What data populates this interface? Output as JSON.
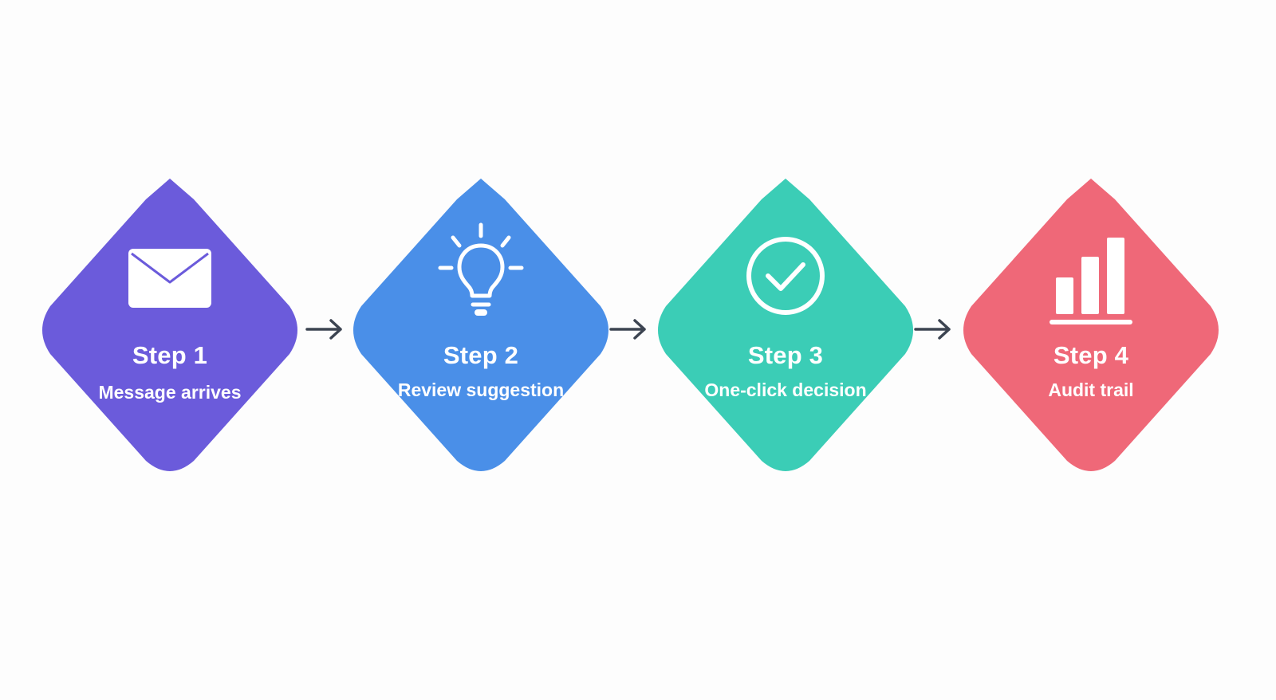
{
  "colors": {
    "background": "#fdfdfd",
    "arrow": "#3c4451",
    "text": "#ffffff"
  },
  "steps": [
    {
      "title": "Step 1",
      "subtitle": "Message arrives",
      "color": "#6b5bdb",
      "icon": "envelope-icon"
    },
    {
      "title": "Step 2",
      "subtitle": "Review suggestion",
      "color": "#4a8fe8",
      "icon": "lightbulb-icon"
    },
    {
      "title": "Step 3",
      "subtitle": "One-click decision",
      "color": "#3bcdb6",
      "icon": "check-circle-icon"
    },
    {
      "title": "Step 4",
      "subtitle": "Audit trail",
      "color": "#ef6878",
      "icon": "bar-chart-icon"
    }
  ]
}
